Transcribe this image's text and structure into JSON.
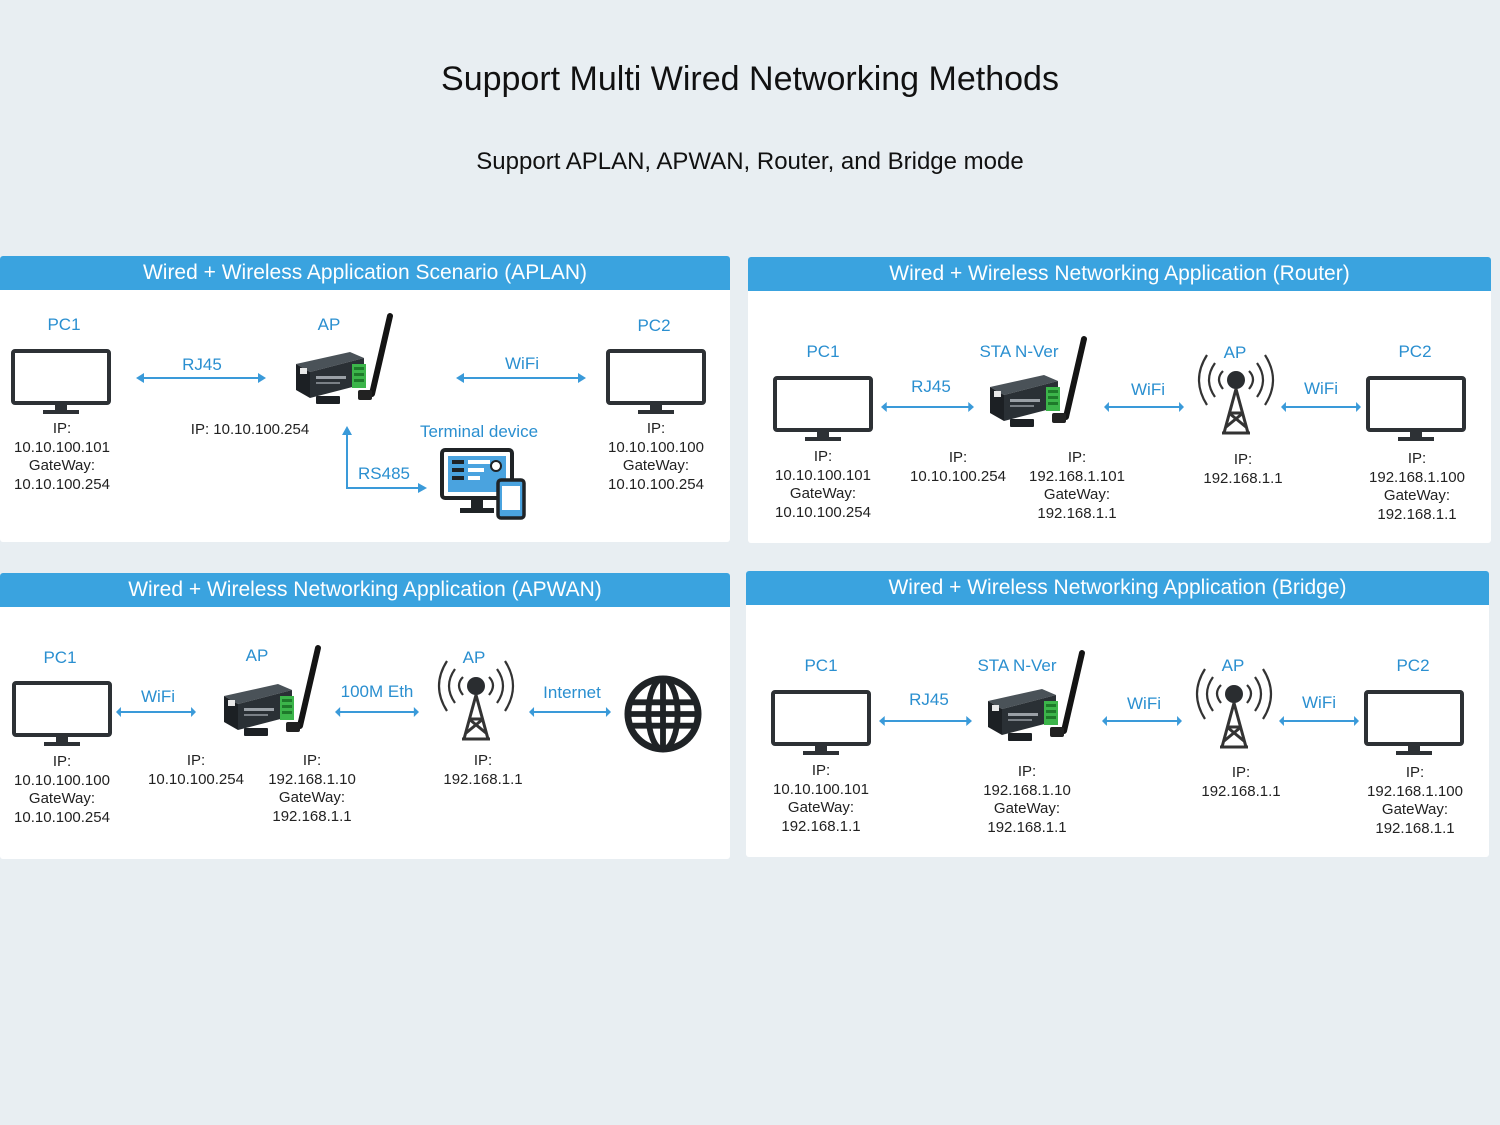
{
  "title": "Support Multi Wired Networking Methods",
  "subtitle": "Support APLAN, APWAN, Router, and Bridge mode",
  "colors": {
    "background": "#e8eef2",
    "header": "#3aa3df",
    "label": "#2a8fd0",
    "device": "#24292e",
    "terminal": "#4aa3df"
  },
  "icons": {
    "pc": "monitor-icon",
    "ap": "wireless-gateway-icon",
    "tower": "wifi-tower-icon",
    "internet": "globe-icon",
    "terminal": "terminal-device-icon"
  },
  "panels": {
    "aplan": {
      "header": "Wired + Wireless Application Scenario (APLAN)",
      "pc1": "PC1",
      "ap": "AP",
      "pc2": "PC2",
      "link1": "RJ45",
      "link2": "WiFi",
      "link3": "RS485",
      "terminal": "Terminal device",
      "pc1_info": "IP:\n10.10.100.101\nGateWay:\n10.10.100.254",
      "ap_info": "IP: 10.10.100.254",
      "pc2_info": "IP:\n10.10.100.100\nGateWay:\n10.10.100.254"
    },
    "router": {
      "header": "Wired + Wireless Networking Application (Router)",
      "pc1": "PC1",
      "sta": "STA N-Ver",
      "ap": "AP",
      "pc2": "PC2",
      "link1": "RJ45",
      "link2": "WiFi",
      "link3": "WiFi",
      "pc1_info": "IP:\n10.10.100.101\nGateWay:\n10.10.100.254",
      "sta_info1": "IP:\n10.10.100.254",
      "sta_info2": "IP:\n192.168.1.101\nGateWay:\n192.168.1.1",
      "ap_info": "IP:\n192.168.1.1",
      "pc2_info": "IP:\n192.168.1.100\nGateWay:\n192.168.1.1"
    },
    "apwan": {
      "header": "Wired + Wireless Networking Application (APWAN)",
      "pc1": "PC1",
      "ap1": "AP",
      "ap2": "AP",
      "link1": "WiFi",
      "link2": "100M Eth",
      "link3": "Internet",
      "pc1_info": "IP:\n10.10.100.100\nGateWay:\n10.10.100.254",
      "ap1_info1": "IP:\n10.10.100.254",
      "ap1_info2": "IP:\n192.168.1.10\nGateWay:\n192.168.1.1",
      "ap2_info": "IP:\n192.168.1.1"
    },
    "bridge": {
      "header": "Wired + Wireless Networking Application (Bridge)",
      "pc1": "PC1",
      "sta": "STA N-Ver",
      "ap": "AP",
      "pc2": "PC2",
      "link1": "RJ45",
      "link2": "WiFi",
      "link3": "WiFi",
      "pc1_info": "IP:\n10.10.100.101\nGateWay:\n192.168.1.1",
      "sta_info": "IP:\n192.168.1.10\nGateWay:\n192.168.1.1",
      "ap_info": "IP:\n192.168.1.1",
      "pc2_info": "IP:\n192.168.1.100\nGateWay:\n192.168.1.1"
    }
  }
}
